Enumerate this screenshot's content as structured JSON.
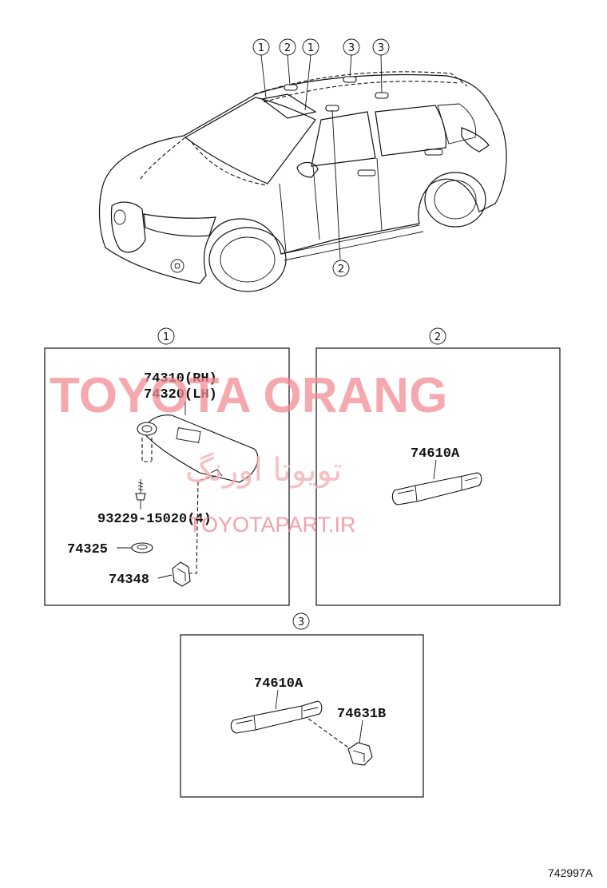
{
  "callouts": {
    "c1": "1",
    "c2": "2",
    "c3": "3"
  },
  "panel1": {
    "label": "1",
    "part_rh": "74310(RH)",
    "part_lh": "74320(LH)",
    "screw": "93229-15020(4)",
    "clip": "74325",
    "holder": "74348"
  },
  "panel2": {
    "label": "2",
    "grip": "74610A"
  },
  "panel3": {
    "label": "3",
    "grip": "74610A",
    "cover": "74631B"
  },
  "watermark": {
    "main": "TOYOTA ORANG",
    "persian": "تویوتا اورنگ",
    "url": "TOYOTAPART.IR"
  },
  "diagram_code": "742997A"
}
